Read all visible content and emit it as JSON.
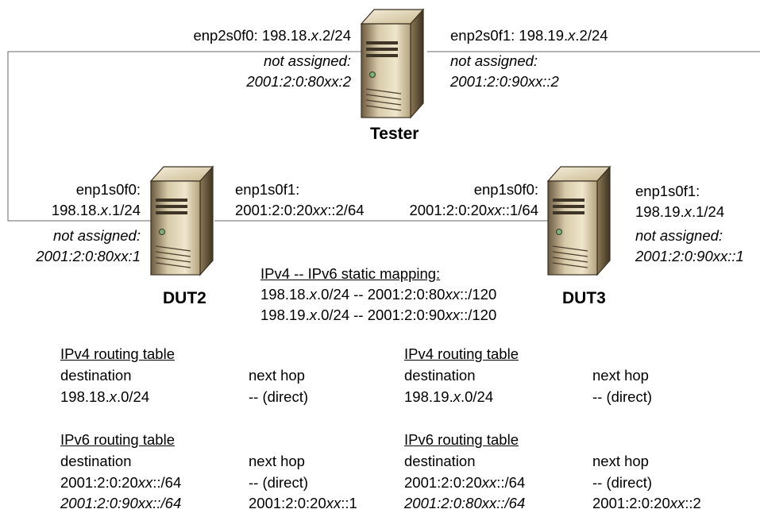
{
  "tester": {
    "name": "Tester",
    "left_if_name": "enp2s0f0: 198.18.<i>x</i>.2/24",
    "left_if_ipv6": [
      "not assigned:",
      "2001:2:0:80xx:2"
    ],
    "right_if_name": "enp2s0f1: 198.19.<i>x</i>.2/24",
    "right_if_ipv6": [
      "not assigned:",
      "2001:2:0:90xx::2"
    ]
  },
  "dut2": {
    "name": "DUT2",
    "left_if": [
      "enp1s0f0:",
      "198.18.<i>x</i>.1/24"
    ],
    "left_if_ipv6": [
      "not assigned:",
      "2001:2:0:80xx:1"
    ],
    "right_if": [
      "enp1s0f1:",
      "2001:2:0:20<i>xx</i>::2/64"
    ]
  },
  "dut3": {
    "name": "DUT3",
    "left_if": [
      "enp1s0f0:",
      "2001:2:0:20<i>xx</i>::1/64"
    ],
    "right_if": [
      "enp1s0f1:",
      "198.19.<i>x</i>.1/24"
    ],
    "right_if_ipv6": [
      "not assigned:",
      "2001:2:0:90xx::1"
    ]
  },
  "mapping": {
    "title": "IPv4 -- IPv6 static mapping:",
    "lines": [
      "198.18.<i>x</i>.0/24 -- 2001:2:0:80<i>xx</i>::/120",
      "198.19.<i>x</i>.0/24 -- 2001:2:0:90<i>xx</i>::/120"
    ]
  },
  "dut2_tables": {
    "ipv4_title": "IPv4 routing table",
    "ipv4_head": [
      "destination",
      "next hop"
    ],
    "ipv4_rows": [
      [
        "198.18.<i>x</i>.0/24",
        "-- (direct)"
      ]
    ],
    "ipv6_title": "IPv6 routing table",
    "ipv6_head": [
      "destination",
      "next hop"
    ],
    "ipv6_rows": [
      [
        "2001:2:0:20<i>xx</i>::/64",
        "-- (direct)",
        false
      ],
      [
        "2001:2:0:90<i>xx</i>::/64",
        "2001:2:0:20<i>xx</i>::1",
        true
      ]
    ]
  },
  "dut3_tables": {
    "ipv4_title": "IPv4 routing table",
    "ipv4_head": [
      "destination",
      "next hop"
    ],
    "ipv4_rows": [
      [
        "198.19.<i>x</i>.0/24",
        "-- (direct)"
      ]
    ],
    "ipv6_title": "IPv6 routing table",
    "ipv6_head": [
      "destination",
      "next hop"
    ],
    "ipv6_rows": [
      [
        "2001:2:0:20<i>xx</i>::/64",
        "-- (direct)",
        false
      ],
      [
        "2001:2:0:80<i>xx</i>::/64",
        "2001:2:0:20<i>xx</i>::2",
        true
      ]
    ]
  }
}
